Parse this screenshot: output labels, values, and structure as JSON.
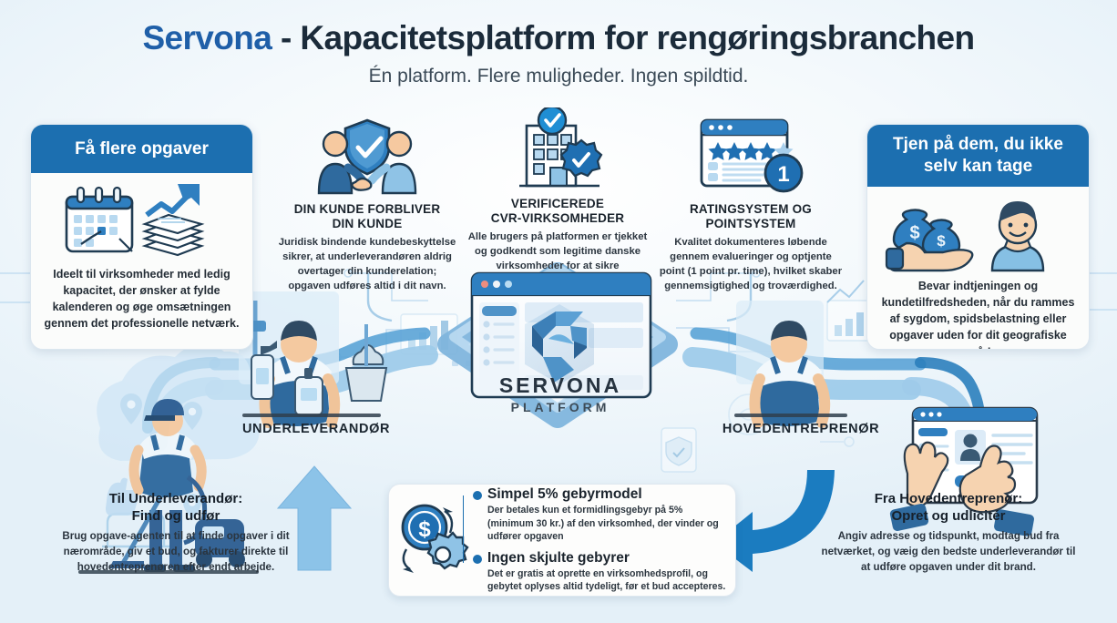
{
  "header": {
    "brand": "Servona",
    "title_rest": " - Kapacitetsplatform for rengøringsbranchen",
    "subtitle": "Én platform. Flere muligheder. Ingen spildtid."
  },
  "colors": {
    "brand_blue": "#1f5fa8",
    "header_band": "#1c6fb0",
    "accent_arrow_light": "#8cc3e8",
    "accent_arrow_dark": "#1b7cc0",
    "page_bg": "#e4f0f8"
  },
  "cards": {
    "left": {
      "title": "Få flere opgaver",
      "icon": "calendar-growth-icon",
      "body": "Ideelt til virksomheder med ledig kapacitet, der ønsker at fylde kalenderen og øge omsætningen gennem det professionelle netværk."
    },
    "right": {
      "title": "Tjen på dem, du ikke selv kan tage",
      "icon": "money-bags-hand-person-icon",
      "body": "Bevar indtjeningen og kundetilfredsheden, når du rammes af sygdom, spidsbelastning eller opgaver uden for dit geografiske område."
    }
  },
  "features": [
    {
      "icon": "handshake-shield-icon",
      "title_line1": "DIN KUNDE FORBLIVER",
      "title_line2": "DIN KUNDE",
      "body": "Juridisk bindende kundebeskyttelse sikrer, at underleverandøren aldrig overtager din kunderelation; opgaven udføres altid i dit navn."
    },
    {
      "icon": "verified-building-check-icon",
      "title_line1": "VERIFICEREDE",
      "title_line2": "CVR-VIRKSOMHEDER",
      "body": "Alle brugers på platformen er tjekket og godkendt som legitime danske virksomheder for at sikre professionelt samarbejde."
    },
    {
      "icon": "rating-stars-points-icon",
      "title_line1": "RATINGSYSTEM OG",
      "title_line2": "POINTSYSTEM",
      "body": "Kvalitet dokumenteres løbende gennem evalueringer og optjente point (1 point pr. time), hvilket skaber gennemsigtighed og troværdighed."
    }
  ],
  "platform": {
    "name": "SERVONA",
    "sub": "PLATFORM",
    "logo": "servona-hex-s-logo"
  },
  "roles": {
    "subcontractor": "UNDERLEVERANDØR",
    "maincontractor": "HOVEDENTREPRENØR"
  },
  "fee_card": {
    "icon": "coin-gear-cycle-icon",
    "items": [
      {
        "heading": "Simpel 5% gebyrmodel",
        "body": "Der betales kun et formidlingsgebyr på 5% (minimum 30 kr.) af den virksomhed, der vinder og udfører opgaven"
      },
      {
        "heading": "Ingen skjulte gebyrer",
        "body": "Det er gratis at oprette en virksomhedsprofil, og gebytet oplyses altid tydeligt, før et bud accepteres."
      }
    ]
  },
  "bottom_left": {
    "title_line1": "Til Underleverandør:",
    "title_line2": "Find og udfør",
    "body": "Brug opgave-agenten til at finde opgaver i dit nærområde, giv et bud, og fakturer direkte til hovedentreprenøren efter endt arbejde.",
    "illustration": "cleaner-vacuum-illustration"
  },
  "bottom_right": {
    "title_line1": "Fra Hovedentreprenør:",
    "title_line2": "Opret og udlicitér",
    "body": "Angiv adresse og tidspunkt, modtag bud fra netværket, og væig den bedste underleverandør til at udføre opgaven under dit brand.",
    "illustration": "hands-tablet-profile-illustration"
  },
  "flow": {
    "arrow_up_left": "arrow-up-icon",
    "arrow_curve_left": "arrow-curve-left-icon"
  }
}
